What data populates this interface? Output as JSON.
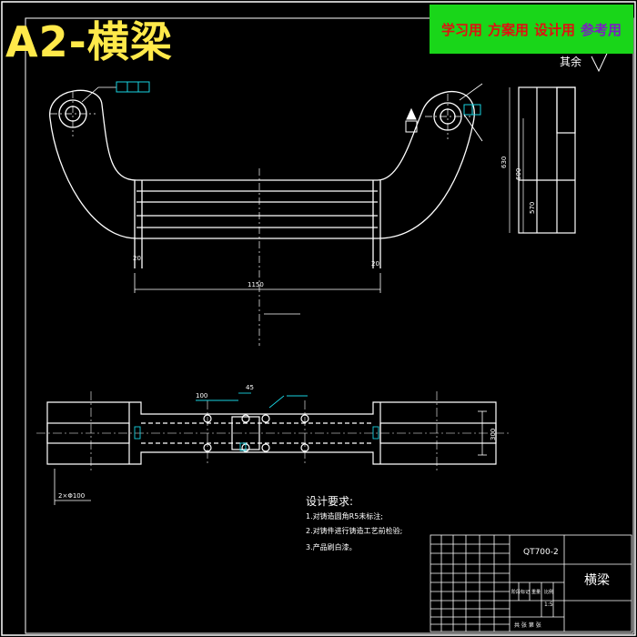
{
  "title": "A2-横梁",
  "banner": {
    "item1": "学习用",
    "item2": "方案用",
    "item3": "设计用",
    "item4": "参考用"
  },
  "drawing": {
    "roughness_label": "其余",
    "dim_width": "1150",
    "dim_left_small": "20",
    "dim_right_small": "20",
    "dim_hole_spacing": "100",
    "dim_hole_small": "45",
    "dim_side_1": "630",
    "dim_side_2": "600",
    "dim_side_3": "570",
    "dim_bottom_right": "300",
    "dim_bottom_left": "2×Φ100"
  },
  "requirements": {
    "heading": "设计要求:",
    "line1": "1.对铸造圆角R5未标注;",
    "line2": "2.对铸件进行铸造工艺前检验;",
    "line3": "3.产品刷白漆。"
  },
  "title_block": {
    "part_code": "QT700-2",
    "part_name": "横梁",
    "scale": "1:5",
    "cell_stage": "阶段标记",
    "cell_weight": "重量",
    "cell_ratio": "比例",
    "cell_sheet": "共 张 第 张"
  },
  "colors": {
    "background": "#000000",
    "lines": "#ffffff",
    "dimensions": "#19d2e0",
    "title": "#ffe94a",
    "banner_bg": "#19d619",
    "banner_text": "#e01010",
    "banner_text_alt": "#7a1fc2"
  }
}
